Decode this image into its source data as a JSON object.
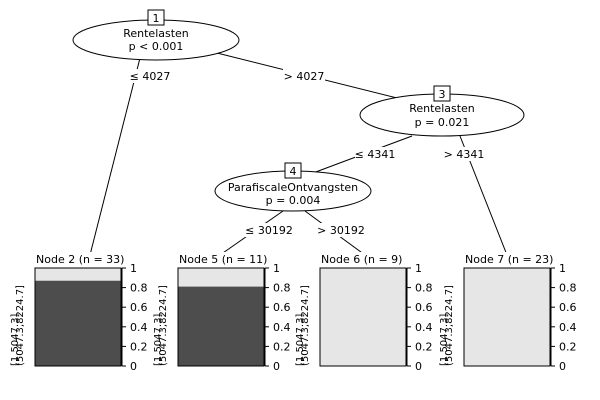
{
  "tree": {
    "inner_nodes": [
      {
        "id": "1",
        "variable": "Rentelasten",
        "pvalue": "p < 0.001"
      },
      {
        "id": "3",
        "variable": "Rentelasten",
        "pvalue": "p = 0.021"
      },
      {
        "id": "4",
        "variable": "ParafiscaleOntvangsten",
        "pvalue": "p = 0.004"
      }
    ],
    "edges": [
      {
        "label": "≤ 4027"
      },
      {
        "label": "> 4027"
      },
      {
        "label": "≤ 4341"
      },
      {
        "label": "> 4341"
      },
      {
        "label": "≤ 30192"
      },
      {
        "label": "> 30192"
      }
    ],
    "terminal_nodes": [
      {
        "title": "Node 2 (n = 33)",
        "dark_fraction": 0.87
      },
      {
        "title": "Node 5 (n = 11)",
        "dark_fraction": 0.81
      },
      {
        "title": "Node 6 (n = 9)",
        "dark_fraction": 0.0
      },
      {
        "title": "Node 7 (n = 23)",
        "dark_fraction": 0.0
      }
    ],
    "y_ticks": [
      "0",
      "0.2",
      "0.4",
      "0.6",
      "0.8",
      "1"
    ],
    "class_labels": [
      "[1,5047.3]",
      "(5047.3,8224.7]"
    ],
    "colors": {
      "dark": "#4d4d4d",
      "light": "#e6e6e6",
      "line": "#000000"
    }
  }
}
